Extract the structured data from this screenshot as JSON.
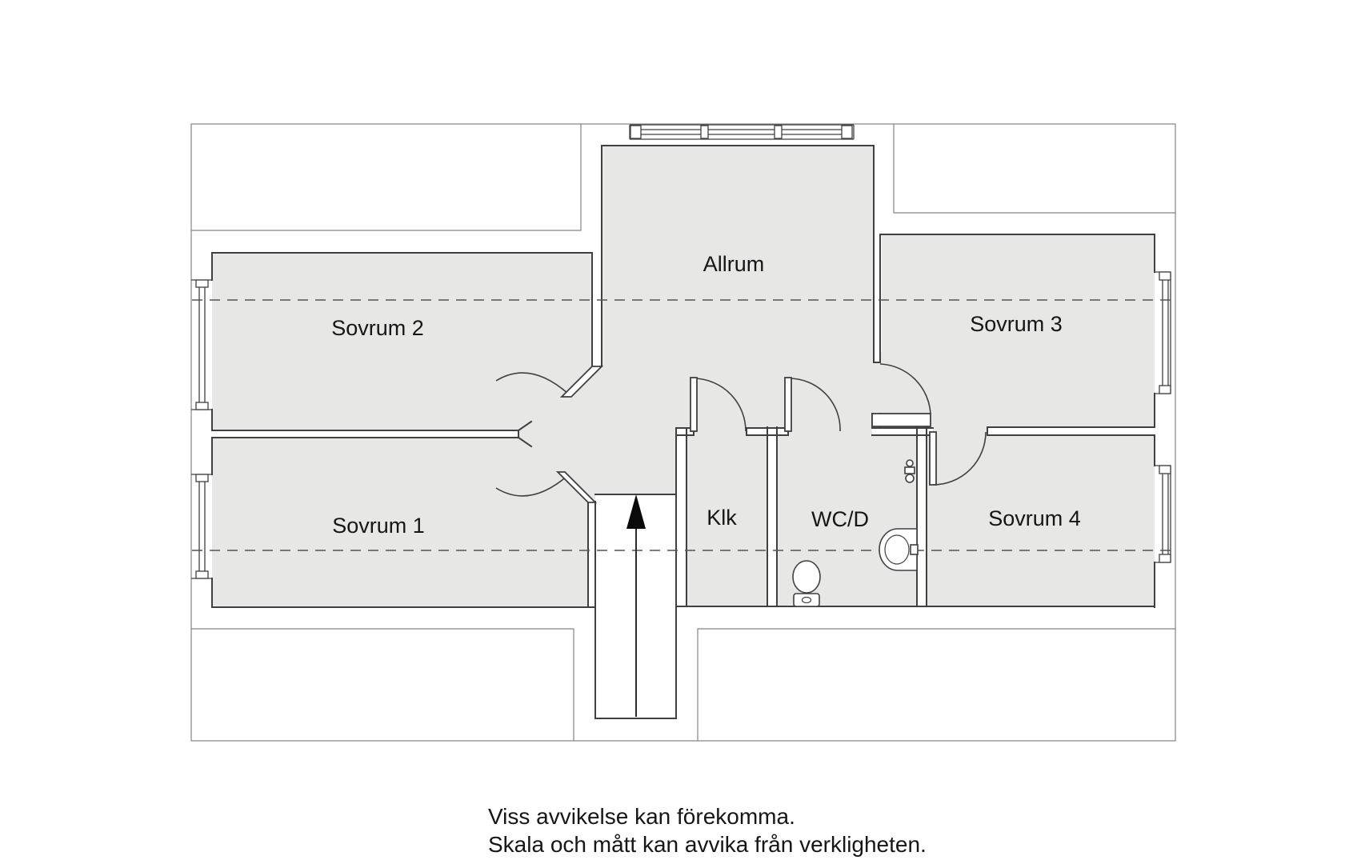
{
  "colors": {
    "floor_fill": "#e7e7e6",
    "wall_line": "#404040",
    "outline_line": "#848484",
    "dashed_line": "#555555",
    "text_color": "#161616"
  },
  "rooms": [
    {
      "id": "allrum",
      "label": "Allrum"
    },
    {
      "id": "sovrum-2",
      "label": "Sovrum 2"
    },
    {
      "id": "sovrum-1",
      "label": "Sovrum 1"
    },
    {
      "id": "sovrum-3",
      "label": "Sovrum 3"
    },
    {
      "id": "sovrum-4",
      "label": "Sovrum 4"
    },
    {
      "id": "klk",
      "label": "Klk"
    },
    {
      "id": "wcd",
      "label": "WC/D"
    }
  ],
  "disclaimer": {
    "line1": "Viss avvikelse kan förekomma.",
    "line2": "Skala och mått kan avvika från verkligheten."
  }
}
